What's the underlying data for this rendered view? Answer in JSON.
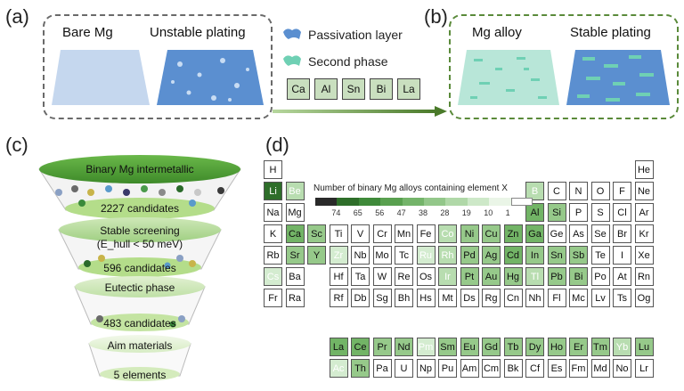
{
  "labels": {
    "a": "(a)",
    "b": "(b)",
    "c": "(c)",
    "d": "(d)"
  },
  "panel_a": {
    "bare": "Bare Mg",
    "unstable": "Unstable plating"
  },
  "panel_b": {
    "alloy": "Mg alloy",
    "stable": "Stable plating"
  },
  "legend": {
    "passivation": "Passivation layer",
    "second_phase": "Second phase"
  },
  "aim_elements": [
    "Ca",
    "Al",
    "Sn",
    "Bi",
    "La"
  ],
  "funnel": {
    "level1_title": "Binary Mg intermetallic",
    "level1_count": "2227 candidates",
    "level2_title": "Stable screening",
    "level2_sub": "(E_hull < 50 meV)",
    "level2_count": "596 candidates",
    "level3_title": "Eutectic phase",
    "level3_count": "483 candidates",
    "level4_title": "Aim materials",
    "level4_count": "5 elements"
  },
  "colorbar": {
    "title": "Number of binary Mg alloys containing element X",
    "ticks": [
      "74",
      "65",
      "56",
      "47",
      "38",
      "28",
      "19",
      "10",
      "1"
    ],
    "colors": [
      "#2a2a2a",
      "#2e6e2a",
      "#3f8a3a",
      "#59a04f",
      "#74b46a",
      "#93c78a",
      "#b0d8a8",
      "#cde8c8",
      "#eaf5e7",
      "#ffffff"
    ]
  },
  "periodic": {
    "row1": [
      [
        "H",
        0
      ],
      [
        "He",
        0
      ]
    ],
    "row2": [
      [
        "Li",
        8
      ],
      [
        "Be",
        3
      ],
      [
        "B",
        3
      ],
      [
        "C",
        0
      ],
      [
        "N",
        0
      ],
      [
        "O",
        0
      ],
      [
        "F",
        0
      ],
      [
        "Ne",
        0
      ]
    ],
    "row3": [
      [
        "Na",
        0
      ],
      [
        "Mg",
        0
      ],
      [
        "Al",
        5
      ],
      [
        "Si",
        4
      ],
      [
        "P",
        0
      ],
      [
        "S",
        0
      ],
      [
        "Cl",
        0
      ],
      [
        "Ar",
        0
      ]
    ],
    "row4": [
      [
        "K",
        0
      ],
      [
        "Ca",
        5
      ],
      [
        "Sc",
        4
      ],
      [
        "Ti",
        0
      ],
      [
        "V",
        0
      ],
      [
        "Cr",
        0
      ],
      [
        "Mn",
        0
      ],
      [
        "Fe",
        0
      ],
      [
        "Co",
        3
      ],
      [
        "Ni",
        4
      ],
      [
        "Cu",
        4
      ],
      [
        "Zn",
        5
      ],
      [
        "Ga",
        5
      ],
      [
        "Ge",
        0
      ],
      [
        "As",
        0
      ],
      [
        "Se",
        0
      ],
      [
        "Br",
        0
      ],
      [
        "Kr",
        0
      ]
    ],
    "row5": [
      [
        "Rb",
        0
      ],
      [
        "Sr",
        4
      ],
      [
        "Y",
        4
      ],
      [
        "Zr",
        2
      ],
      [
        "Nb",
        0
      ],
      [
        "Mo",
        0
      ],
      [
        "Tc",
        0
      ],
      [
        "Ru",
        2
      ],
      [
        "Rh",
        3
      ],
      [
        "Pd",
        4
      ],
      [
        "Ag",
        4
      ],
      [
        "Cd",
        5
      ],
      [
        "In",
        4
      ],
      [
        "Sn",
        4
      ],
      [
        "Sb",
        4
      ],
      [
        "Te",
        0
      ],
      [
        "I",
        0
      ],
      [
        "Xe",
        0
      ]
    ],
    "row6": [
      [
        "Cs",
        2
      ],
      [
        "Ba",
        0
      ],
      [
        "Hf",
        0
      ],
      [
        "Ta",
        0
      ],
      [
        "W",
        0
      ],
      [
        "Re",
        0
      ],
      [
        "Os",
        0
      ],
      [
        "Ir",
        3
      ],
      [
        "Pt",
        4
      ],
      [
        "Au",
        4
      ],
      [
        "Hg",
        4
      ],
      [
        "Tl",
        3
      ],
      [
        "Pb",
        4
      ],
      [
        "Bi",
        4
      ],
      [
        "Po",
        0
      ],
      [
        "At",
        0
      ],
      [
        "Rn",
        0
      ]
    ],
    "row7": [
      [
        "Fr",
        0
      ],
      [
        "Ra",
        0
      ],
      [
        "Rf",
        0
      ],
      [
        "Db",
        0
      ],
      [
        "Sg",
        0
      ],
      [
        "Bh",
        0
      ],
      [
        "Hs",
        0
      ],
      [
        "Mt",
        0
      ],
      [
        "Ds",
        0
      ],
      [
        "Rg",
        0
      ],
      [
        "Cn",
        0
      ],
      [
        "Nh",
        0
      ],
      [
        "Fl",
        0
      ],
      [
        "Mc",
        0
      ],
      [
        "Lv",
        0
      ],
      [
        "Ts",
        0
      ],
      [
        "Og",
        0
      ]
    ],
    "lanthanides": [
      [
        "La",
        5
      ],
      [
        "Ce",
        5
      ],
      [
        "Pr",
        4
      ],
      [
        "Nd",
        4
      ],
      [
        "Pm",
        2
      ],
      [
        "Sm",
        4
      ],
      [
        "Eu",
        4
      ],
      [
        "Gd",
        4
      ],
      [
        "Tb",
        4
      ],
      [
        "Dy",
        4
      ],
      [
        "Ho",
        4
      ],
      [
        "Er",
        4
      ],
      [
        "Tm",
        4
      ],
      [
        "Yb",
        3
      ],
      [
        "Lu",
        4
      ]
    ],
    "actinides": [
      [
        "Ac",
        2
      ],
      [
        "Th",
        4
      ],
      [
        "Pa",
        0
      ],
      [
        "U",
        0
      ],
      [
        "Np",
        0
      ],
      [
        "Pu",
        0
      ],
      [
        "Am",
        0
      ],
      [
        "Cm",
        0
      ],
      [
        "Bk",
        0
      ],
      [
        "Cf",
        0
      ],
      [
        "Es",
        0
      ],
      [
        "Fm",
        0
      ],
      [
        "Md",
        0
      ],
      [
        "No",
        0
      ],
      [
        "Lr",
        0
      ]
    ]
  }
}
